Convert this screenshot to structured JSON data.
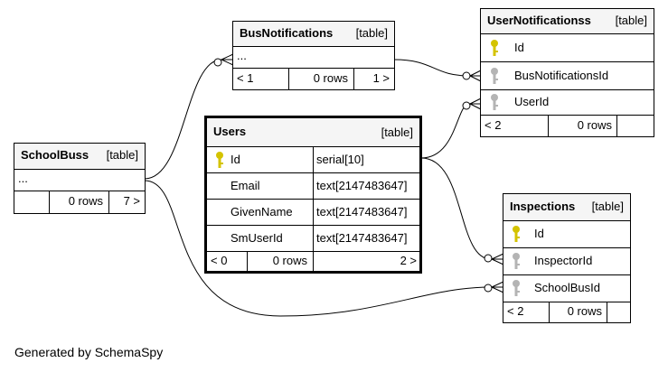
{
  "tables": {
    "bus_notifications": {
      "name": "BusNotifications",
      "kind": "[table]",
      "ellipsis": "...",
      "prev": "< 1",
      "rows": "0 rows",
      "next": "1 >"
    },
    "user_notificationss": {
      "name": "UserNotificationss",
      "kind": "[table]",
      "columns": [
        "Id",
        "BusNotificationsId",
        "UserId"
      ],
      "prev": "< 2",
      "rows": "0 rows"
    },
    "users": {
      "name": "Users",
      "kind": "[table]",
      "columns": [
        {
          "name": "Id",
          "type": "serial[10]"
        },
        {
          "name": "Email",
          "type": "text[2147483647]"
        },
        {
          "name": "GivenName",
          "type": "text[2147483647]"
        },
        {
          "name": "SmUserId",
          "type": "text[2147483647]"
        }
      ],
      "prev": "< 0",
      "rows": "0 rows",
      "next": "2 >"
    },
    "school_buss": {
      "name": "SchoolBuss",
      "kind": "[table]",
      "ellipsis": "...",
      "rows": "0 rows",
      "next": "7 >"
    },
    "inspections": {
      "name": "Inspections",
      "kind": "[table]",
      "columns": [
        "Id",
        "InspectorId",
        "SchoolBusId"
      ],
      "prev": "< 2",
      "rows": "0 rows"
    }
  },
  "footer": "Generated by SchemaSpy",
  "colors": {
    "primary_key": "#d4c300",
    "foreign_key": "#b4b4b4",
    "header_bg": "#f5f5f5"
  }
}
